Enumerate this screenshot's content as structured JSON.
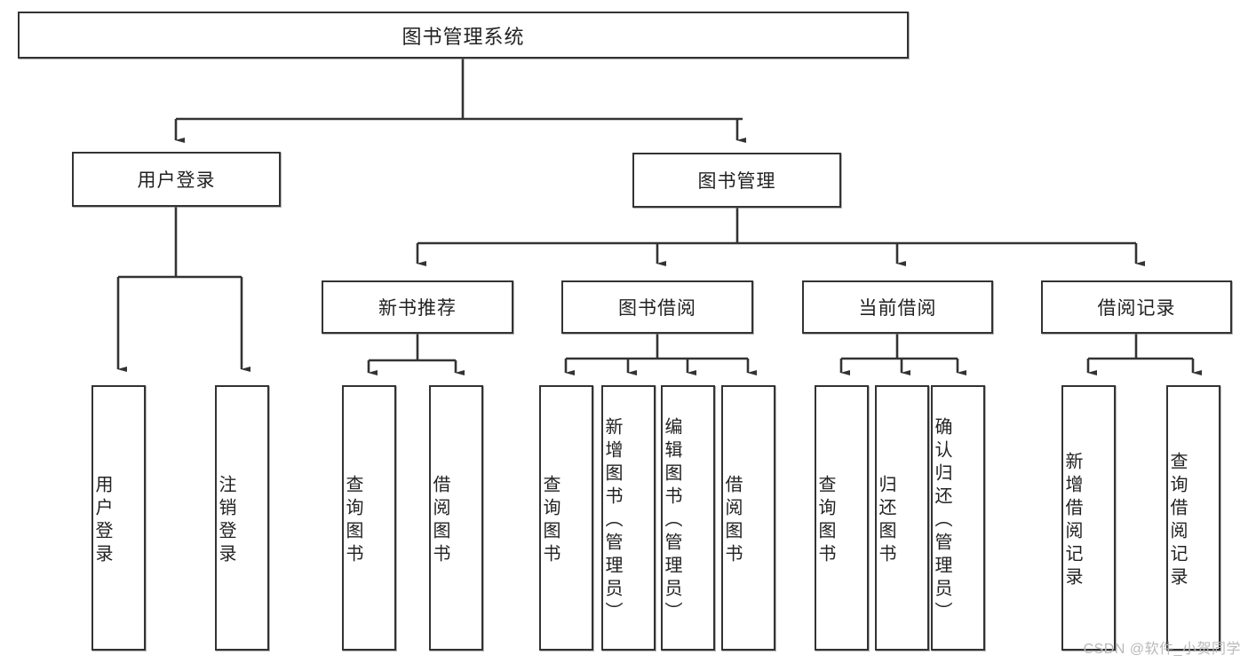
{
  "diagram": {
    "title": "图书管理系统",
    "watermark": "CSDN @软件_小贺同学",
    "colors": {
      "box_border": "#333333",
      "box_fill": "#ffffff",
      "connector": "#333333",
      "text": "#222222",
      "watermark": "#b9b9b9"
    },
    "root": {
      "label": "图书管理系统"
    },
    "level2": [
      {
        "label": "用户登录"
      },
      {
        "label": "图书管理"
      }
    ],
    "level3": [
      {
        "label": "新书推荐"
      },
      {
        "label": "图书借阅"
      },
      {
        "label": "当前借阅"
      },
      {
        "label": "借阅记录"
      }
    ],
    "leaves": {
      "user_login": [
        {
          "label": "用户登录"
        },
        {
          "label": "注销登录"
        }
      ],
      "new_book": [
        {
          "label": "查询图书"
        },
        {
          "label": "借阅图书"
        }
      ],
      "book_borrow": [
        {
          "label": "查询图书"
        },
        {
          "label": "新增图书（管理员）"
        },
        {
          "label": "编辑图书（管理员）"
        },
        {
          "label": "借阅图书"
        }
      ],
      "current_borrow": [
        {
          "label": "查询图书"
        },
        {
          "label": "归还图书"
        },
        {
          "label": "确认归还（管理员）"
        }
      ],
      "borrow_record": [
        {
          "label": "新增借阅记录"
        },
        {
          "label": "查询借阅记录"
        }
      ]
    }
  }
}
